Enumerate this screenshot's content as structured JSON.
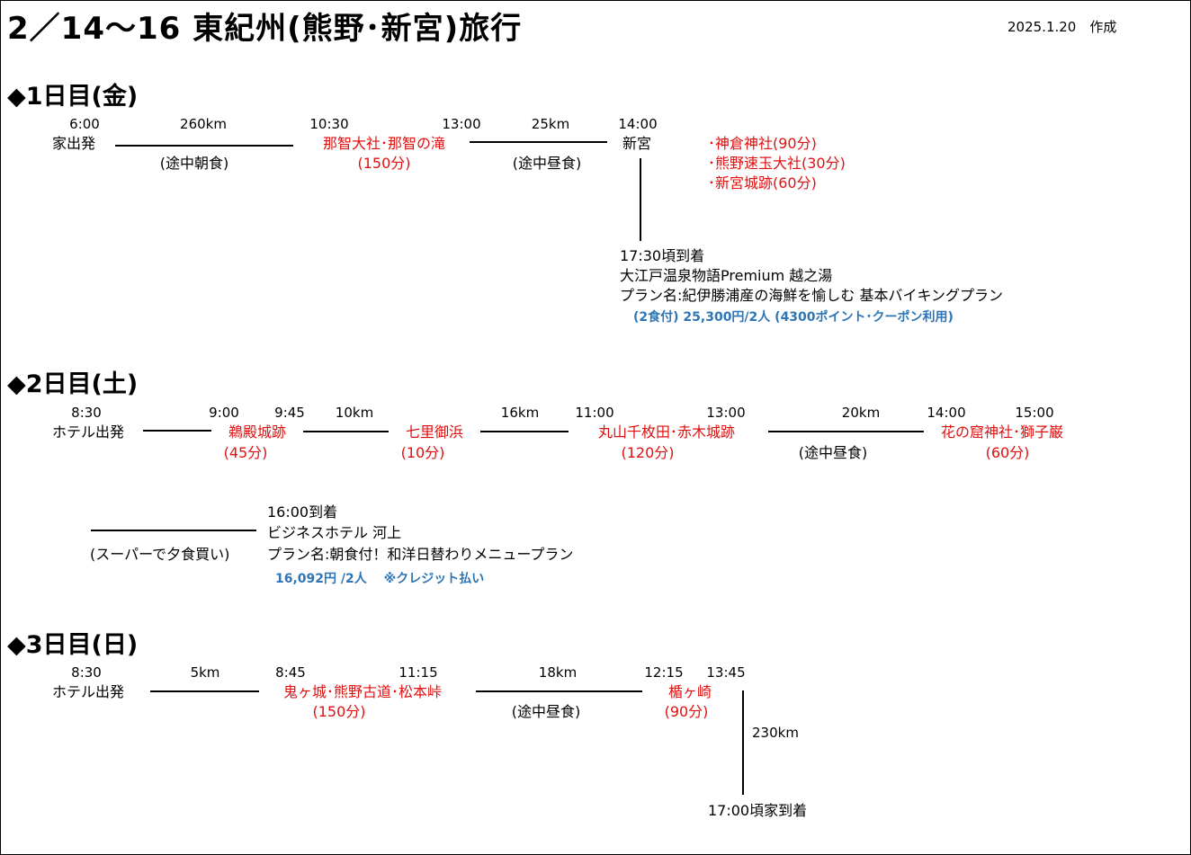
{
  "title": "2／14～16 東紀州(熊野･新宮)旅行",
  "created": "2025.1.20　作成",
  "day1": {
    "heading": "◆1日目(金)",
    "times": {
      "t1": "6:00",
      "t2": "10:30",
      "t3": "13:00",
      "t4": "14:00"
    },
    "dist1": "260km",
    "dist2": "25km",
    "start": "家出発",
    "spot1": "那智大社･那智の滝",
    "spot1_dur": "(150分)",
    "note1": "(途中朝食)",
    "note2": "(途中昼食)",
    "city": "新宮",
    "list": [
      "･神倉神社(90分)",
      "･熊野速玉大社(30分)",
      "･新宮城跡(60分)"
    ],
    "arrive": "17:30頃到着",
    "hotel": "大江戸温泉物語Premium 越之湯",
    "plan": "プラン名:紀伊勝浦産の海鮮を愉しむ 基本バイキングプラン",
    "price": "(2食付) 25,300円/2人  (4300ポイント･クーポン利用)"
  },
  "day2": {
    "heading": "◆2日目(土)",
    "times": {
      "t1": "8:30",
      "t2": "9:00",
      "t3": "9:45",
      "t4": "11:00",
      "t5": "13:00",
      "t6": "14:00",
      "t7": "15:00"
    },
    "dist1": "10km",
    "dist2": "16km",
    "dist3": "20km",
    "start": "ホテル出発",
    "spot1": "鵜殿城跡",
    "spot1_dur": "(45分)",
    "spot2": "七里御浜",
    "spot2_dur": "(10分)",
    "spot3": "丸山千枚田･赤木城跡",
    "spot3_dur": "(120分)",
    "note1": "(途中昼食)",
    "spot4": "花の窟神社･獅子巌",
    "spot4_dur": "(60分)",
    "arrive": "16:00到着",
    "hotel": "ビジネスホテル 河上",
    "plan": "プラン名:朝食付！和洋日替わりメニュープラン",
    "note2": "(スーパーで夕食買い)",
    "price": "16,092円 /2人　 ※クレジット払い"
  },
  "day3": {
    "heading": "◆3日目(日)",
    "times": {
      "t1": "8:30",
      "t2": "8:45",
      "t3": "11:15",
      "t4": "12:15",
      "t5": "13:45"
    },
    "dist1": "5km",
    "dist2": "18km",
    "dist3": "230km",
    "start": "ホテル出発",
    "spot1": "鬼ヶ城･熊野古道･松本峠",
    "spot1_dur": "(150分)",
    "note1": "(途中昼食)",
    "spot2": "楯ヶ崎",
    "spot2_dur": "(90分)",
    "arrive": "17:00頃家到着"
  }
}
